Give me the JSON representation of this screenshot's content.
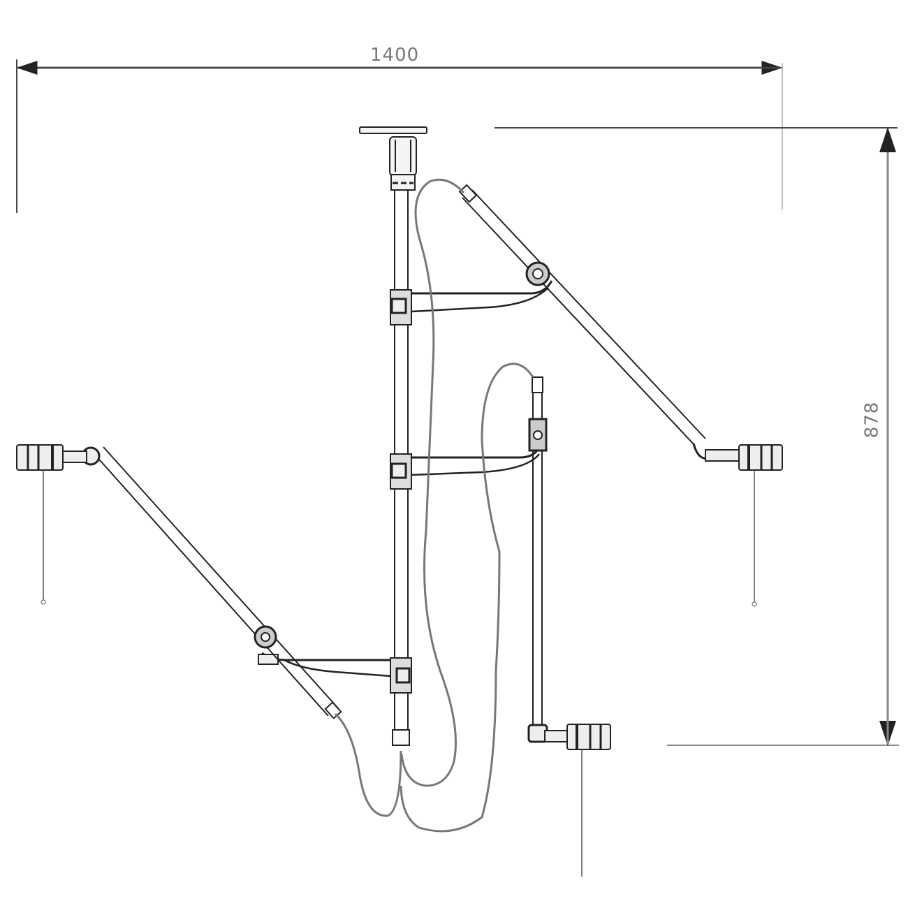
{
  "drawing": {
    "type": "technical-dimension-drawing",
    "subject": "multi-arm pendant lamp with exposed cables",
    "dimensions": {
      "width_label": "1400",
      "height_label": "878"
    },
    "components": {
      "ceiling_canopy": "canopy",
      "central_stem": "stem",
      "arms": [
        "upper-right-arm",
        "middle-right-arm",
        "lower-left-arm"
      ],
      "lamp_heads": [
        "left-lamp",
        "right-lamp",
        "bottom-lamp"
      ]
    },
    "colors": {
      "line": "#222222",
      "dimension_line": "#555555",
      "cable": "#777777",
      "background": "#ffffff"
    }
  }
}
